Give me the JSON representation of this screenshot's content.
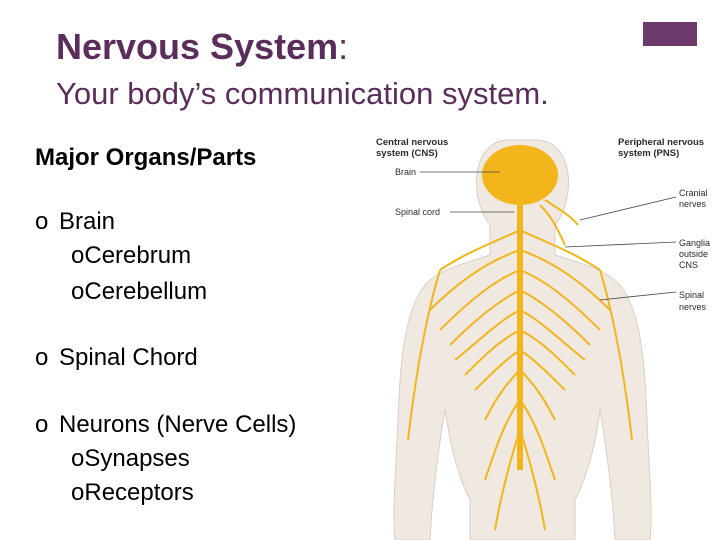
{
  "slide": {
    "title": "Nervous System",
    "title_colon": ":",
    "subtitle": "Your body’s communication system.",
    "section_heading": "Major Organs/Parts",
    "bullet_glyph": "o",
    "items": [
      {
        "label": "Brain",
        "subitems": [
          "Cerebrum",
          "Cerebellum"
        ]
      },
      {
        "label": "Spinal Chord",
        "subitems": []
      },
      {
        "label": "Neurons (Nerve Cells)",
        "subitems": [
          "Synapses",
          "Receptors"
        ]
      }
    ],
    "accent_color": "#6b3a6b",
    "title_color": "#5a2d5a"
  },
  "figure": {
    "cns_label_line1": "Central nervous",
    "cns_label_line2": "system (CNS)",
    "pns_label_line1": "Peripheral nervous",
    "pns_label_line2": "system (PNS)",
    "brain_label": "Brain",
    "spinal_cord_label": "Spinal cord",
    "cranial_line1": "Cranial",
    "cranial_line2": "nerves",
    "ganglia_line1": "Ganglia",
    "ganglia_line2": "outside",
    "ganglia_line3": "CNS",
    "spinal_nerves_line1": "Spinal",
    "spinal_nerves_line2": "nerves",
    "nerve_color": "#f2b51c",
    "skin_color": "#efe9e2"
  }
}
